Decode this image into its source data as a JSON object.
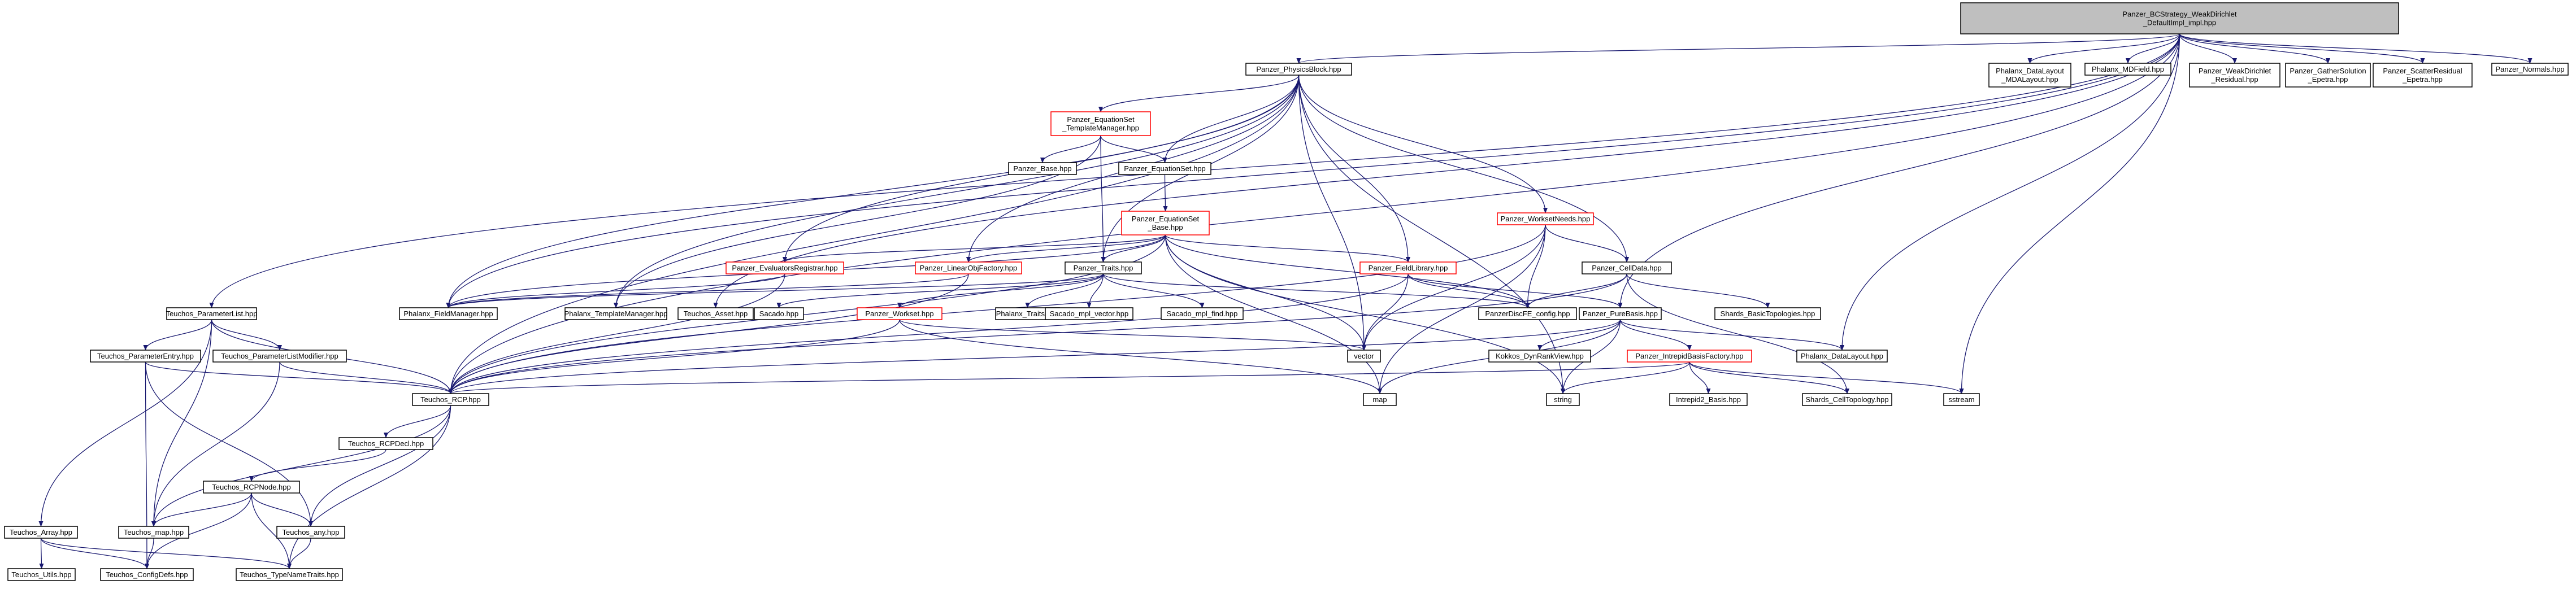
{
  "graph": {
    "colors": {
      "edge": "#191970",
      "normal_border": "#000000",
      "red_border": "#ff0000",
      "root_fill": "#bfbfbf"
    },
    "nodes": {
      "root": {
        "lines": [
          "Panzer_BCStrategy_WeakDirichlet",
          "_DefaultImpl_impl.hpp"
        ]
      },
      "tpl": {
        "lines": [
          "Teuchos_ParameterList.hpp"
        ]
      },
      "tpe": {
        "lines": [
          "Teuchos_ParameterEntry.hpp"
        ]
      },
      "tplm": {
        "lines": [
          "Teuchos_ParameterListModifier.hpp"
        ]
      },
      "ta": {
        "lines": [
          "Teuchos_Array.hpp"
        ]
      },
      "tu": {
        "lines": [
          "Teuchos_Utils.hpp"
        ]
      },
      "tcd": {
        "lines": [
          "Teuchos_ConfigDefs.hpp"
        ]
      },
      "tm": {
        "lines": [
          "Teuchos_map.hpp"
        ]
      },
      "trcp": {
        "lines": [
          "Teuchos_RCP.hpp"
        ]
      },
      "trcpd": {
        "lines": [
          "Teuchos_RCPDecl.hpp"
        ]
      },
      "trcpn": {
        "lines": [
          "Teuchos_RCPNode.hpp"
        ]
      },
      "tany": {
        "lines": [
          "Teuchos_any.hpp"
        ]
      },
      "ttnt": {
        "lines": [
          "Teuchos_TypeNameTraits.hpp"
        ]
      },
      "pfm": {
        "lines": [
          "Phalanx_FieldManager.hpp"
        ]
      },
      "ppb": {
        "lines": [
          "Panzer_PhysicsBlock.hpp"
        ]
      },
      "pestm": {
        "lines": [
          "Panzer_EquationSet",
          "_TemplateManager.hpp"
        ]
      },
      "pbasis": {
        "lines": [
          "Panzer_Base.hpp"
        ]
      },
      "pes": {
        "lines": [
          "Panzer_EquationSet.hpp"
        ]
      },
      "pesb": {
        "lines": [
          "Panzer_EquationSet",
          "_Base.hpp"
        ]
      },
      "per": {
        "lines": [
          "Panzer_EvaluatorsRegistrar.hpp"
        ]
      },
      "plof": {
        "lines": [
          "Panzer_LinearObjFactory.hpp"
        ]
      },
      "ptr": {
        "lines": [
          "Panzer_Traits.hpp"
        ]
      },
      "pfl": {
        "lines": [
          "Panzer_FieldLibrary.hpp"
        ]
      },
      "pwn": {
        "lines": [
          "Panzer_WorksetNeeds.hpp"
        ]
      },
      "pcd": {
        "lines": [
          "Panzer_CellData.hpp"
        ]
      },
      "ptm": {
        "lines": [
          "Phalanx_TemplateManager.hpp"
        ]
      },
      "tasset": {
        "lines": [
          "Teuchos_Asset.hpp"
        ]
      },
      "sac": {
        "lines": [
          "Sacado.hpp"
        ]
      },
      "pws": {
        "lines": [
          "Panzer_Workset.hpp"
        ]
      },
      "phtr": {
        "lines": [
          "Phalanx_Traits.hpp"
        ]
      },
      "smv": {
        "lines": [
          "Sacado_mpl_vector.hpp"
        ]
      },
      "smf": {
        "lines": [
          "Sacado_mpl_find.hpp"
        ]
      },
      "pdcfg": {
        "lines": [
          "PanzerDiscFE_config.hpp"
        ]
      },
      "vec": {
        "lines": [
          "vector"
        ]
      },
      "map": {
        "lines": [
          "map"
        ]
      },
      "str": {
        "lines": [
          "string"
        ]
      },
      "sbt": {
        "lines": [
          "Shards_BasicTopologies.hpp"
        ]
      },
      "ppbasis": {
        "lines": [
          "Panzer_PureBasis.hpp"
        ]
      },
      "kdrv": {
        "lines": [
          "Kokkos_DynRankView.hpp"
        ]
      },
      "pibf": {
        "lines": [
          "Panzer_IntrepidBasisFactory.hpp"
        ]
      },
      "pdl": {
        "lines": [
          "Phalanx_DataLayout.hpp"
        ]
      },
      "ib": {
        "lines": [
          "Intrepid2_Basis.hpp"
        ]
      },
      "sct": {
        "lines": [
          "Shards_CellTopology.hpp"
        ]
      },
      "ssm": {
        "lines": [
          "sstream"
        ]
      },
      "pdlmda": {
        "lines": [
          "Phalanx_DataLayout",
          "_MDALayout.hpp"
        ]
      },
      "pmdf": {
        "lines": [
          "Phalanx_MDField.hpp"
        ]
      },
      "pwdr": {
        "lines": [
          "Panzer_WeakDirichlet",
          "_Residual.hpp"
        ]
      },
      "pgse": {
        "lines": [
          "Panzer_GatherSolution",
          "_Epetra.hpp"
        ]
      },
      "pscr": {
        "lines": [
          "Panzer_ScatterResidual",
          "_Epetra.hpp"
        ]
      },
      "pnorm": {
        "lines": [
          "Panzer_Normals.hpp"
        ]
      }
    }
  }
}
